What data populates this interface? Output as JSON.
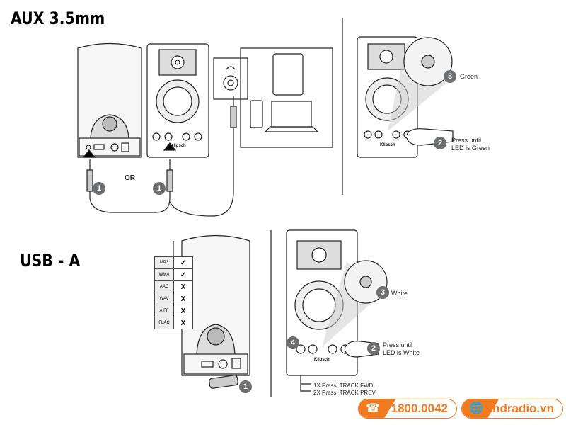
{
  "sections": {
    "aux_title": "AUX 3.5mm",
    "usb_title": "USB - A"
  },
  "aux": {
    "or_label": "OR",
    "badges": [
      "1",
      "1"
    ],
    "brand": "Klipsch"
  },
  "pairing_green": {
    "step3": "3",
    "step3_label": "Green",
    "step2": "2",
    "step2_label_1": "Press until",
    "step2_label_2": "LED is Green"
  },
  "usb": {
    "formats": [
      {
        "name": "MP3",
        "supported": "✓"
      },
      {
        "name": "WMA",
        "supported": "✓"
      },
      {
        "name": "AAC",
        "supported": "X"
      },
      {
        "name": "WAV",
        "supported": "X"
      },
      {
        "name": "AIFF",
        "supported": "X"
      },
      {
        "name": "FLAC",
        "supported": "X"
      }
    ],
    "step1": "1"
  },
  "pairing_white": {
    "step3": "3",
    "step3_label": "White",
    "step2": "2",
    "step2_label_1": "Press until",
    "step2_label_2": "LED is White",
    "step4": "4",
    "track_fwd": "1X Press: TRACK FWD",
    "track_prev": "2X Press: TRACK PREV"
  },
  "footer": {
    "phone": "1800.0042",
    "website": "hdradio.vn",
    "phone_icon": "phone-icon",
    "web_icon": "globe-icon",
    "accent": "#f47a20"
  }
}
